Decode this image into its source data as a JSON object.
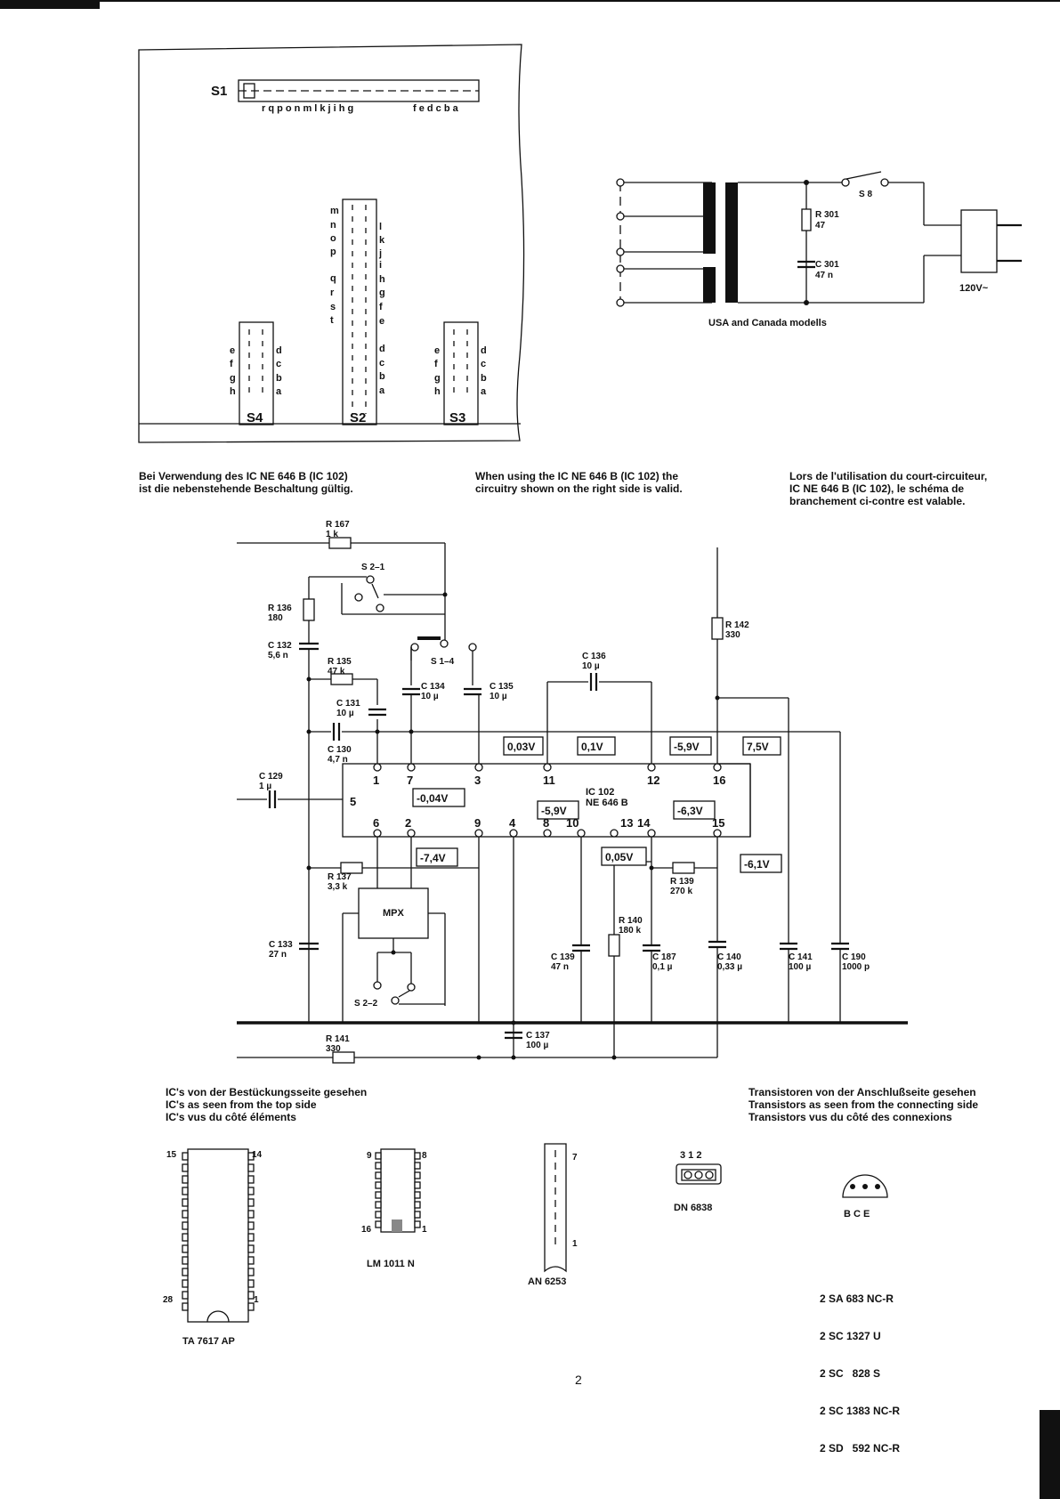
{
  "switch_panel": {
    "s1_label": "S1",
    "s1_left_letters": "r q p o n m l k j i h g",
    "s1_right_letters": "f e d c b a",
    "s2_label": "S2",
    "s3_label": "S3",
    "s4_label": "S4",
    "s2_left_letters": [
      "m",
      "n",
      "o",
      "p",
      "q",
      "r",
      "s",
      "t"
    ],
    "s2_right_letters": [
      "l",
      "k",
      "j",
      "i",
      "h",
      "g",
      "f",
      "e",
      "d",
      "c",
      "b",
      "a"
    ],
    "s3_left_letters": [
      "e",
      "f",
      "g",
      "h"
    ],
    "s3_right_letters": [
      "d",
      "c",
      "b",
      "a"
    ],
    "s4_left_letters": [
      "e",
      "f",
      "g",
      "h"
    ],
    "s4_right_letters": [
      "d",
      "c",
      "b",
      "a"
    ]
  },
  "psu": {
    "s8": "S 8",
    "r301": "R 301",
    "r301_val": "47",
    "c301": "C 301",
    "c301_val": "47 n",
    "voltage": "120V~",
    "caption": "USA and Canada modells"
  },
  "notes": {
    "de": [
      "Bei Verwendung des IC NE 646 B (IC 102)",
      "ist die nebenstehende Beschaltung gültig."
    ],
    "en": [
      "When using the IC NE 646 B (IC 102) the",
      "circuitry shown on the right side is valid."
    ],
    "fr": [
      "Lors de l'utilisation du court-circuiteur,",
      "IC NE 646 B (IC 102), le schéma de",
      "branchement ci-contre est valable."
    ]
  },
  "schematic": {
    "ic_name": "IC 102",
    "ic_type": "NE 646 B",
    "mpx": "MPX",
    "pins_top": [
      "1",
      "7",
      "3",
      "11",
      "12",
      "16"
    ],
    "pin5": "5",
    "pins_bottom": [
      "6",
      "2",
      "9",
      "4",
      "8",
      "10",
      "13",
      "14",
      "15"
    ],
    "voltages": {
      "v3": "0,03V",
      "v11": "0,1V",
      "v12": "-5,9V",
      "v16": "7,5V",
      "v7": "-0,04V",
      "v10": "-5,9V",
      "v14": "-6,3V",
      "v9": "-7,4V",
      "v13": "0,05V",
      "v15": "-6,1V"
    },
    "parts": {
      "r167": [
        "R 167",
        "1 k"
      ],
      "s21": "S 2–1",
      "r136": [
        "R 136",
        "180"
      ],
      "c132": [
        "C 132",
        "5,6 n"
      ],
      "r135": [
        "R 135",
        "47 k"
      ],
      "s14": "S 1–4",
      "c134": [
        "C 134",
        "10 µ"
      ],
      "c135": [
        "C 135",
        "10 µ"
      ],
      "c131": [
        "C 131",
        "10 µ"
      ],
      "c130": [
        "C 130",
        "4,7 n"
      ],
      "c129": [
        "C 129",
        "1 µ"
      ],
      "c136": [
        "C 136",
        "10 µ"
      ],
      "r142": [
        "R 142",
        "330"
      ],
      "r137": [
        "R 137",
        "3,3 k"
      ],
      "r139": [
        "R 139",
        "270 k"
      ],
      "r140": [
        "R 140",
        "180 k"
      ],
      "c133": [
        "C 133",
        "27 n"
      ],
      "c139": [
        "C 139",
        "47 n"
      ],
      "c187": [
        "C 187",
        "0,1 µ"
      ],
      "c140": [
        "C 140",
        "0,33 µ"
      ],
      "c141": [
        "C 141",
        "100 µ"
      ],
      "c190": [
        "C 190",
        "1000 p"
      ],
      "s22": "S 2–2",
      "r141": [
        "R 141",
        "330"
      ],
      "c137": [
        "C 137",
        "100 µ"
      ]
    }
  },
  "ic_views": {
    "title": [
      "IC's von der Bestückungsseite gesehen",
      "IC's as seen from the top side",
      "IC's vus du côté éléments"
    ],
    "ta7617": {
      "name": "TA 7617 AP",
      "p15": "15",
      "p14": "14",
      "p28": "28",
      "p1": "1"
    },
    "lm1011": {
      "name": "LM 1011 N",
      "p9": "9",
      "p8": "8",
      "p16": "16",
      "p1": "1"
    },
    "an6253": {
      "name": "AN 6253",
      "p7": "7",
      "p1": "1"
    },
    "dn6838": {
      "name": "DN 6838",
      "pins": "3 1 2"
    }
  },
  "transistors": {
    "title": [
      "Transistoren von der Anschlußseite gesehen",
      "Transistors as seen from the connecting side",
      "Transistors vus du côté des connexions"
    ],
    "pins": "B C E",
    "types": [
      "2 SA 683 NC-R",
      "2 SC 1327 U",
      "2 SC   828 S",
      "2 SC 1383 NC-R",
      "2 SD   592 NC-R"
    ]
  },
  "page_number": "2"
}
